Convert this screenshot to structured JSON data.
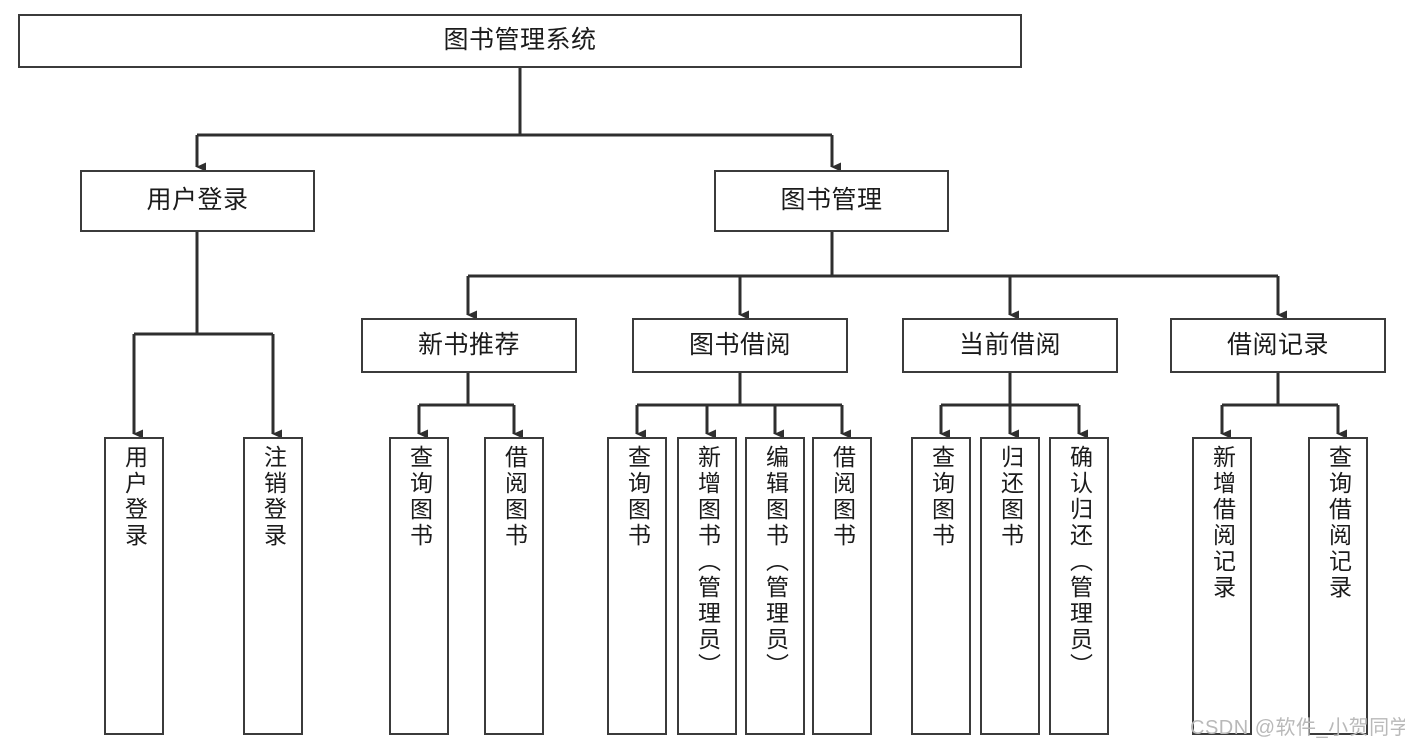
{
  "diagram": {
    "title": "图书管理系统",
    "type": "功能结构图",
    "colors": {
      "stroke": "#3b3b3b",
      "fill": "#ffffff",
      "text": "#1b1b1b",
      "watermark": "#b9b9b9"
    },
    "root": {
      "id": "root",
      "label": "图书管理系统"
    },
    "level2": [
      {
        "id": "user-login",
        "label": "用户登录"
      },
      {
        "id": "book-manage",
        "label": "图书管理"
      }
    ],
    "level3": [
      {
        "id": "new-book-recommend",
        "label": "新书推荐",
        "parent": "book-manage"
      },
      {
        "id": "book-borrow",
        "label": "图书借阅",
        "parent": "book-manage"
      },
      {
        "id": "current-borrow",
        "label": "当前借阅",
        "parent": "book-manage"
      },
      {
        "id": "borrow-record",
        "label": "借阅记录",
        "parent": "book-manage"
      }
    ],
    "leaves": [
      {
        "id": "leaf-user-login",
        "label": "用户登录",
        "parent": "user-login"
      },
      {
        "id": "leaf-logout-login",
        "label": "注销登录",
        "parent": "user-login"
      },
      {
        "id": "leaf-query-book-1",
        "label": "查询图书",
        "parent": "new-book-recommend"
      },
      {
        "id": "leaf-borrow-book-1",
        "label": "借阅图书",
        "parent": "new-book-recommend"
      },
      {
        "id": "leaf-query-book-2",
        "label": "查询图书",
        "parent": "book-borrow"
      },
      {
        "id": "leaf-add-book",
        "label": "新增图书（管理员）",
        "parent": "book-borrow"
      },
      {
        "id": "leaf-edit-book",
        "label": "编辑图书（管理员）",
        "parent": "book-borrow"
      },
      {
        "id": "leaf-borrow-book-2",
        "label": "借阅图书",
        "parent": "book-borrow"
      },
      {
        "id": "leaf-query-book-3",
        "label": "查询图书",
        "parent": "current-borrow"
      },
      {
        "id": "leaf-return-book",
        "label": "归还图书",
        "parent": "current-borrow"
      },
      {
        "id": "leaf-confirm-return",
        "label": "确认归还（管理员）",
        "parent": "current-borrow"
      },
      {
        "id": "leaf-add-record",
        "label": "新增借阅记录",
        "parent": "borrow-record"
      },
      {
        "id": "leaf-query-record",
        "label": "查询借阅记录",
        "parent": "borrow-record"
      }
    ],
    "watermark": "CSDN @软件_小贺同学"
  }
}
